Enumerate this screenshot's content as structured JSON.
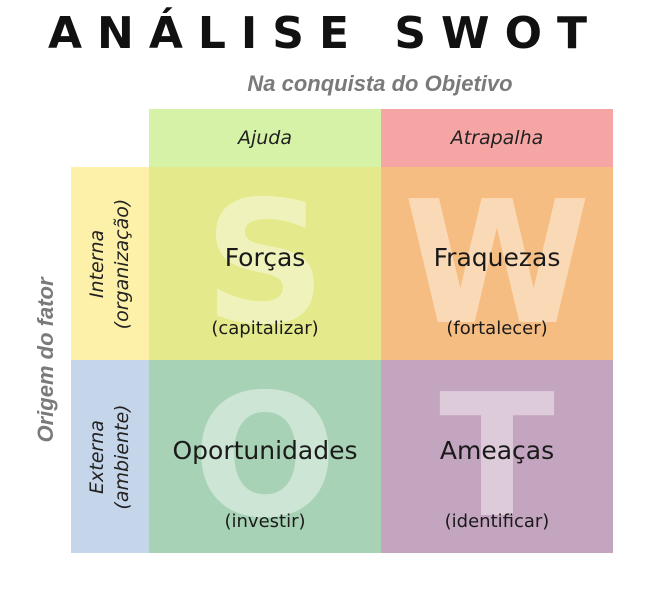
{
  "title": "ANÁLISE SWOT",
  "subtitle": "Na conquista do Objetivo",
  "side_title": "Origem do fator",
  "columns": [
    {
      "label": "Ajuda",
      "color": "#d5f2a6"
    },
    {
      "label": "Atrapalha",
      "color": "#f5a6a4"
    }
  ],
  "rows": [
    {
      "line1": "Interna",
      "line2": "(organização)",
      "color": "#fdf0a8"
    },
    {
      "line1": "Externa",
      "line2": "(ambiente)",
      "color": "#c6d6ea"
    }
  ],
  "cells": [
    {
      "letter": "S",
      "label": "Forças",
      "action": "(capitalizar)",
      "color": "#e4ea8b"
    },
    {
      "letter": "W",
      "label": "Fraquezas",
      "action": "(fortalecer)",
      "color": "#f6bd82"
    },
    {
      "letter": "O",
      "label": "Oportunidades",
      "action": "(investir)",
      "color": "#a8d2b5"
    },
    {
      "letter": "T",
      "label": "Ameaças",
      "action": "(identificar)",
      "color": "#c4a5bf"
    }
  ]
}
